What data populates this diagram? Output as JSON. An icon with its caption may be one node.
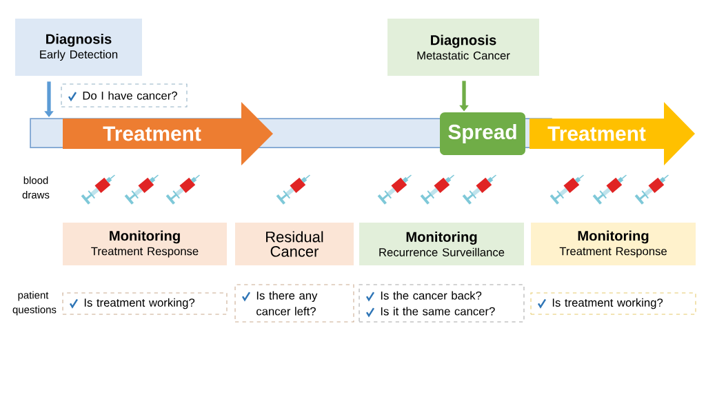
{
  "diagram": {
    "nodes": [
      {
        "text": [
          "Diagnosis",
          "Early Detection"
        ]
      },
      {
        "text": [
          "Diagnosis",
          "Metastatic Cancer"
        ]
      },
      {
        "text": [
          "Do I have cancer?"
        ]
      },
      {
        "text": [],
        "shape": "bar"
      },
      {
        "text": [
          "Treatment"
        ]
      },
      {
        "text": [
          "Spread"
        ]
      },
      {
        "text": [
          "Treatment"
        ]
      },
      {
        "text": [
          "Monitoring",
          "Treatment Response"
        ]
      },
      {
        "text": [
          "Residual Cancer"
        ]
      },
      {
        "text": [
          "Monitoring",
          "Recurrence Surveillance"
        ]
      },
      {
        "text": [
          "Monitoring",
          "Treatment Response"
        ]
      },
      {
        "text": [
          "Is treatment working?"
        ]
      },
      {
        "text": [
          "Is there any cancer left?"
        ]
      },
      {
        "text": [
          "Is the cancer back?",
          "Is it the same cancer?"
        ]
      },
      {
        "text": [
          "Is treatment working?"
        ]
      }
    ],
    "edges": [
      {
        "from": 0,
        "to": 3,
        "arrow": "to",
        "color": "#5b9bd5"
      },
      {
        "from": 1,
        "to": 5,
        "arrow": "to",
        "color": "#70ad47"
      }
    ],
    "labels": [
      "blood draws",
      "patient questions"
    ]
  }
}
